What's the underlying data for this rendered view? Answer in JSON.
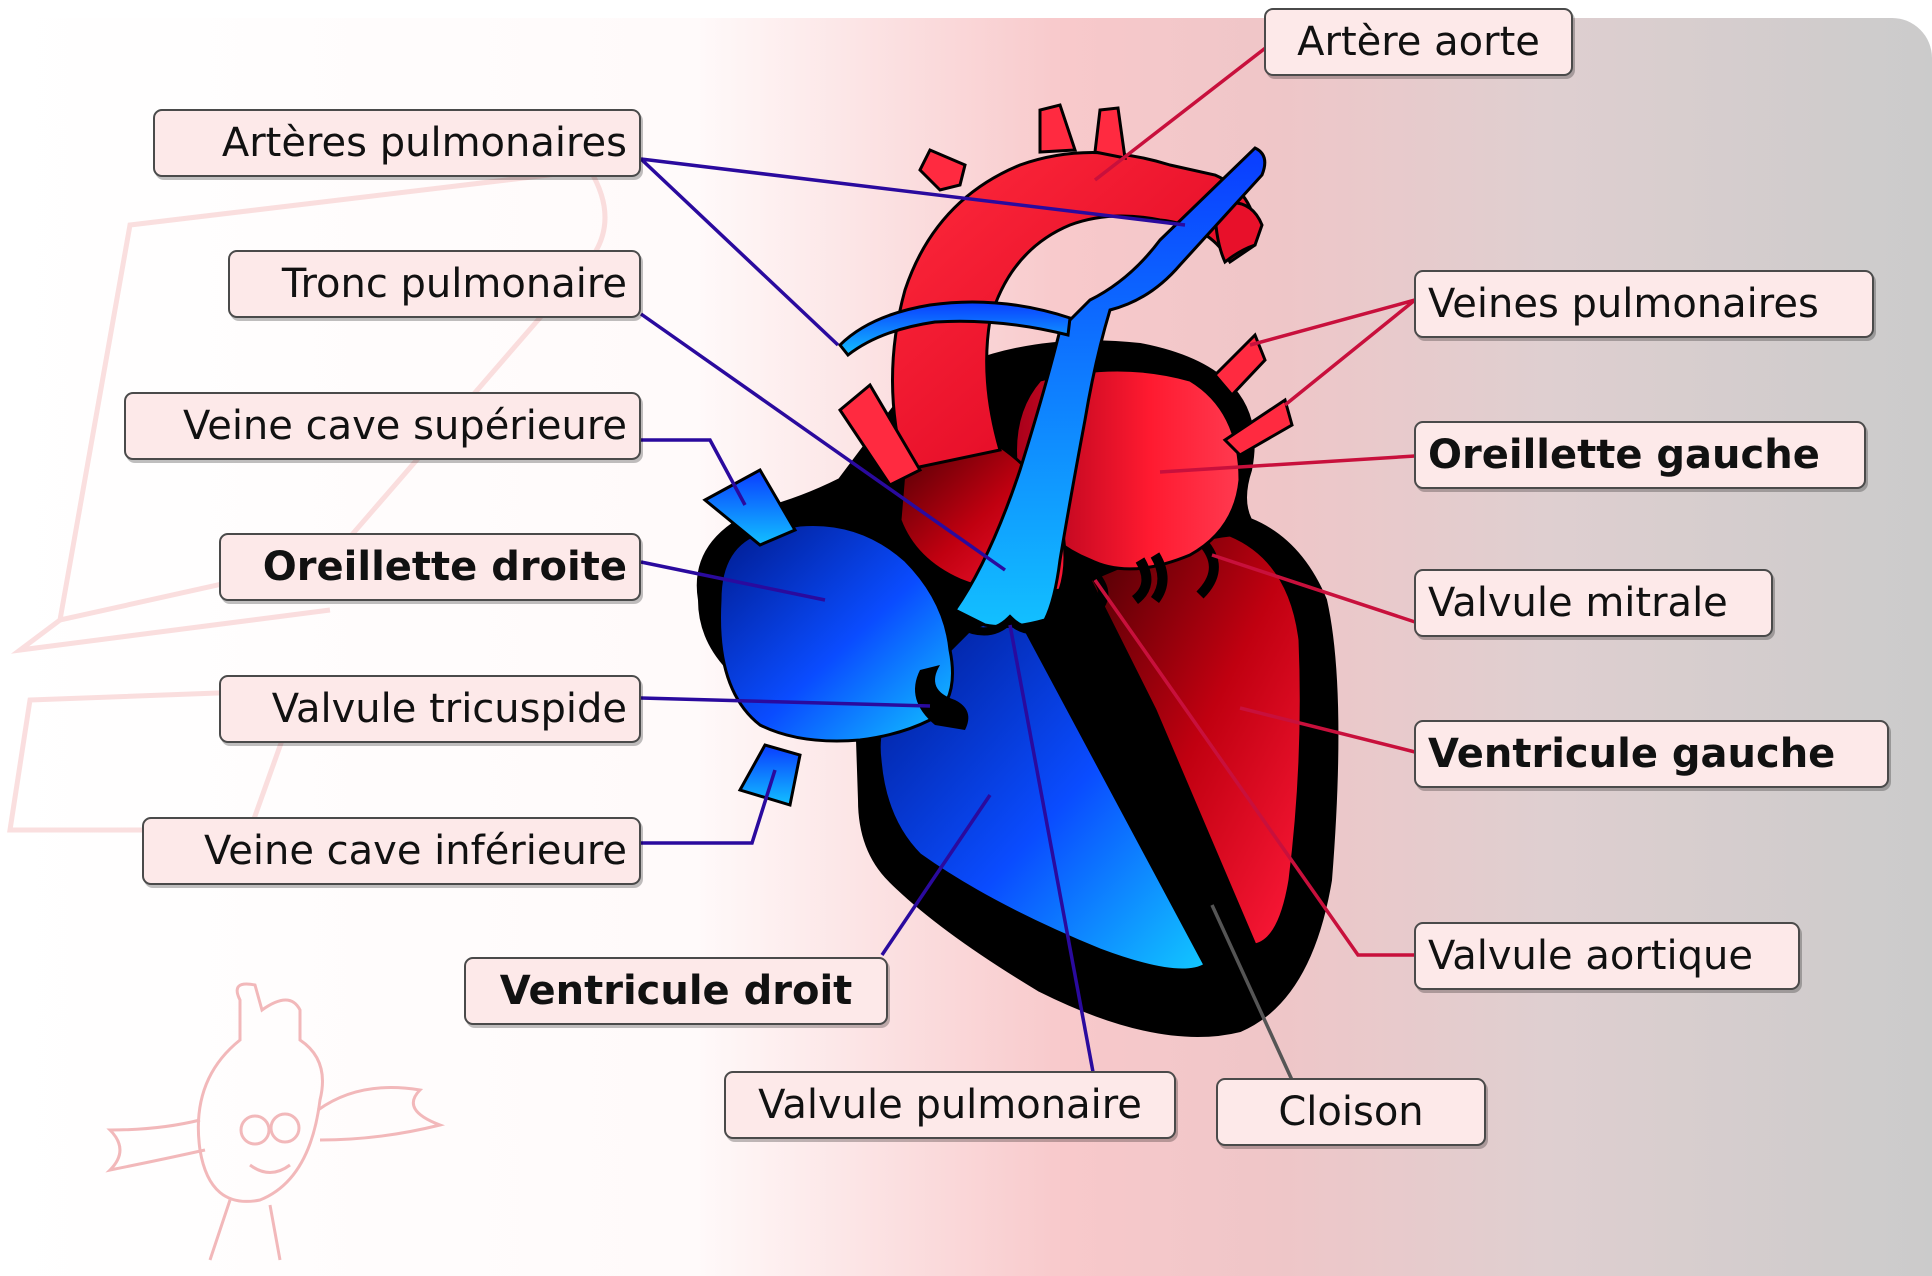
{
  "diagram": {
    "labels": {
      "arteres_pulmonaires": "Artères pulmonaires",
      "tronc_pulmonaire": "Tronc pulmonaire",
      "veine_cave_superieure": "Veine cave supérieure",
      "oreillette_droite": "Oreillette droite",
      "valvule_tricuspide": "Valvule tricuspide",
      "veine_cave_inferieure": "Veine cave inférieure",
      "ventricule_droit": "Ventricule droit",
      "valvule_pulmonaire": "Valvule pulmonaire",
      "cloison": "Cloison",
      "artere_aorte": "Artère aorte",
      "veines_pulmonaires": "Veines pulmonaires",
      "oreillette_gauche": "Oreillette gauche",
      "valvule_mitrale": "Valvule mitrale",
      "ventricule_gauche": "Ventricule gauche",
      "valvule_aortique": "Valvule aortique"
    },
    "colors": {
      "right_side_leaders": "#2a0a9e",
      "left_side_leaders": "#c8103c",
      "septum_leader": "#555555",
      "oxygenated_blood": "#ff1a2e",
      "deoxygenated_blood": "#0a4cff"
    }
  }
}
